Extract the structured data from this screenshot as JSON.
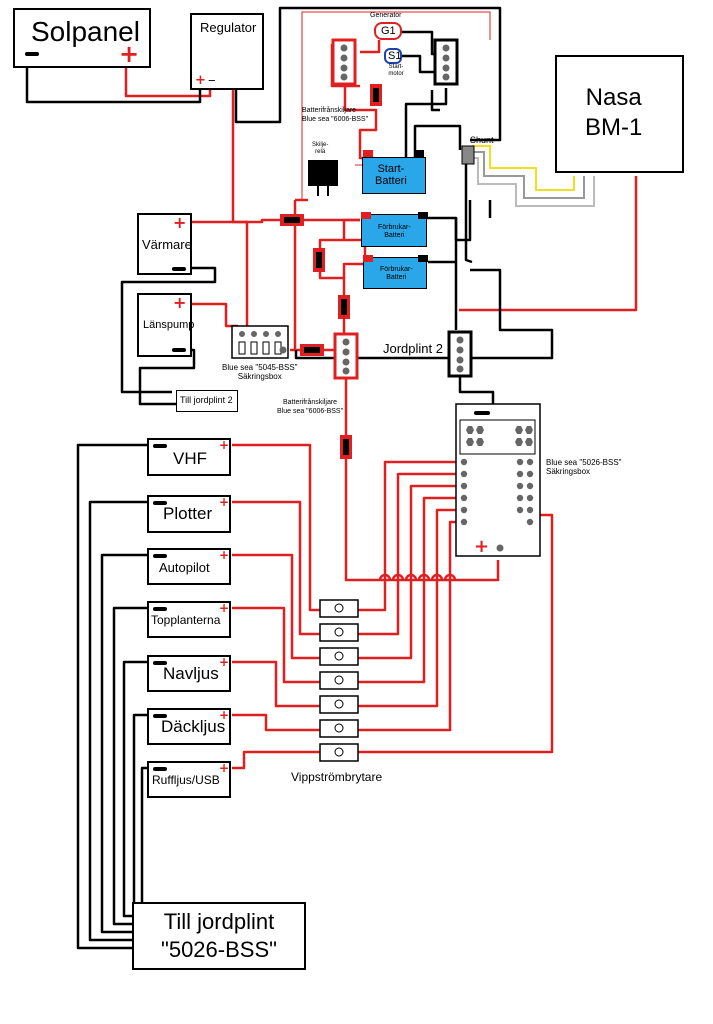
{
  "components": {
    "solar_panel": "Solpanel",
    "regulator": "Regulator",
    "generator": "Generator",
    "g1": "G1",
    "s1": "S1",
    "start_motor": "Start-motor",
    "isolator_top": "Batterifrånskiljare\nBlue sea \"6006-BSS\"",
    "isolator_mid": "Batterifrånskiljare\nBlue sea \"6006-BSS\"",
    "split_relay": "Skilje-\nrelä",
    "start_battery": "Start-\nBatteri",
    "house_battery_1": "Förbrukar-\nBatteri",
    "house_battery_2": "Förbrukar-\nBatteri",
    "shunt": "Shunt",
    "nasa": "Nasa\nBM-1",
    "heater": "Värmare",
    "bilge_pump": "Länspump",
    "to_ground_bus_2": "Till jordplint 2",
    "fusebox_5045": "Blue sea \"5045-BSS\"\nSäkringsbox",
    "ground_bus_2": "Jordplint 2",
    "fusebox_5026": "Blue sea \"5026-BSS\"\nSäkringsbox",
    "switches": "Vippströmbrytare",
    "to_ground_bus_5026": "Till jordplint\n\"5026-BSS\""
  },
  "loads": [
    "VHF",
    "Plotter",
    "Autopilot",
    "Topplanterna",
    "Navljus",
    "Däckljus",
    "Ruffljus/USB"
  ],
  "symbols": {
    "plus": "+",
    "minus": "−"
  },
  "colors": {
    "positive": "#e02020",
    "negative": "#000000",
    "battery": "#2aa7e8",
    "signal": "#f0e020"
  }
}
